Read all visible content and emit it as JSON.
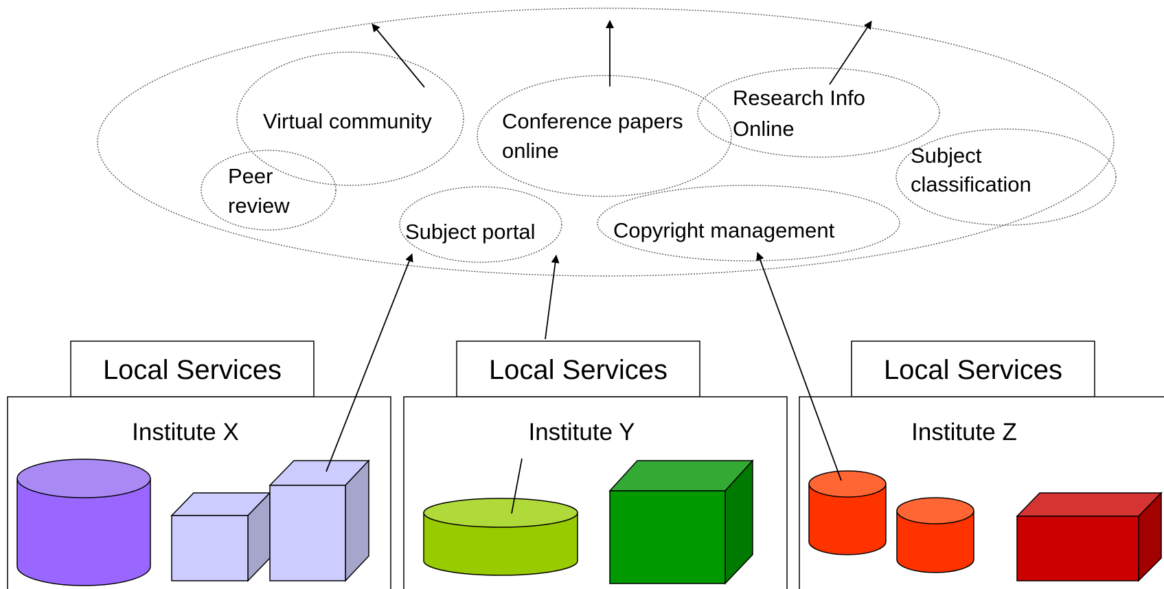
{
  "services": {
    "virtual_community": "Virtual community",
    "conference_papers": [
      "Conference papers",
      "online"
    ],
    "research_info": [
      "Research Info",
      "Online"
    ],
    "peer_review": [
      "Peer",
      "review"
    ],
    "subject_classification": [
      "Subject",
      "classification"
    ],
    "subject_portal": "Subject portal",
    "copyright_management": "Copyright management"
  },
  "local_services_label": "Local Services",
  "institutes": [
    {
      "name": "Institute X"
    },
    {
      "name": "Institute Y"
    },
    {
      "name": "Institute Z"
    }
  ],
  "colors": {
    "x_cylinder": "#9966FF",
    "x_cylinder_top": "#A98AF5",
    "x_box": "#CCCCFF",
    "x_box_side": "#A6A6CC",
    "y_cylinder": "#99CC00",
    "y_cylinder_top": "#B0DA3A",
    "y_box": "#009900",
    "y_box_top": "#33AA33",
    "y_box_side": "#007A00",
    "z_cylinder": "#FF3300",
    "z_cylinder_top": "#FF6633",
    "z_box": "#CC0000",
    "z_box_top": "#D63333",
    "z_box_side": "#A30000"
  }
}
